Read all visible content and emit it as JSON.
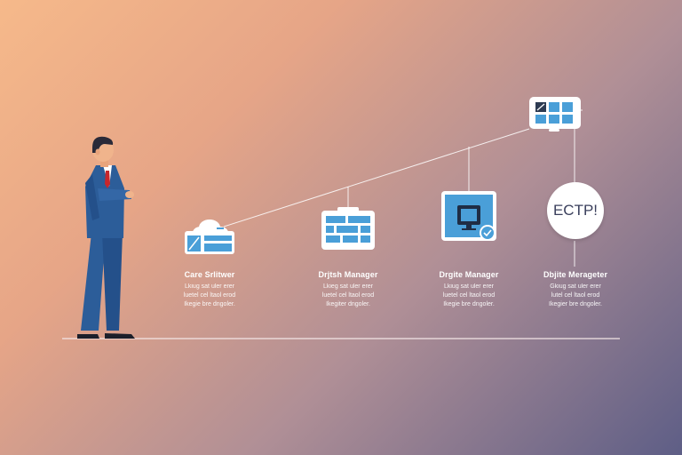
{
  "colors": {
    "gradient_start": "#f6b98a",
    "gradient_end": "#5e5e86",
    "suit": "#2c5d99",
    "icon_blue": "#4a9fd8",
    "tie": "#c8262b"
  },
  "steps": [
    {
      "title": "Care Srlitwer",
      "desc": [
        "Lkiug sat uler erer",
        "luetel cel ltaol erod",
        "Ikegie bre dngoler."
      ],
      "icon": "cloud-app-icon"
    },
    {
      "title": "Drjtsh Manager",
      "desc": [
        "Lkieg sat uler erer",
        "luetel cel ltaol erod",
        "Ikegiter dngoler."
      ],
      "icon": "dashboard-icon"
    },
    {
      "title": "Drgite Manager",
      "desc": [
        "Lkiug sat uler erer",
        "luetel cel ltaol erod",
        "Ikegie bre dngoler."
      ],
      "icon": "monitor-check-icon"
    },
    {
      "title": "Dbjite Merageter",
      "desc": [
        "Gkiug sat uler erer",
        "lutel cel ltaol erod",
        "Ikegier bre dngoler."
      ],
      "icon": "ectp-badge"
    }
  ],
  "badge_text": "ECTP!",
  "top_icon": "grid-panel-icon",
  "figure": "businessman-figure"
}
